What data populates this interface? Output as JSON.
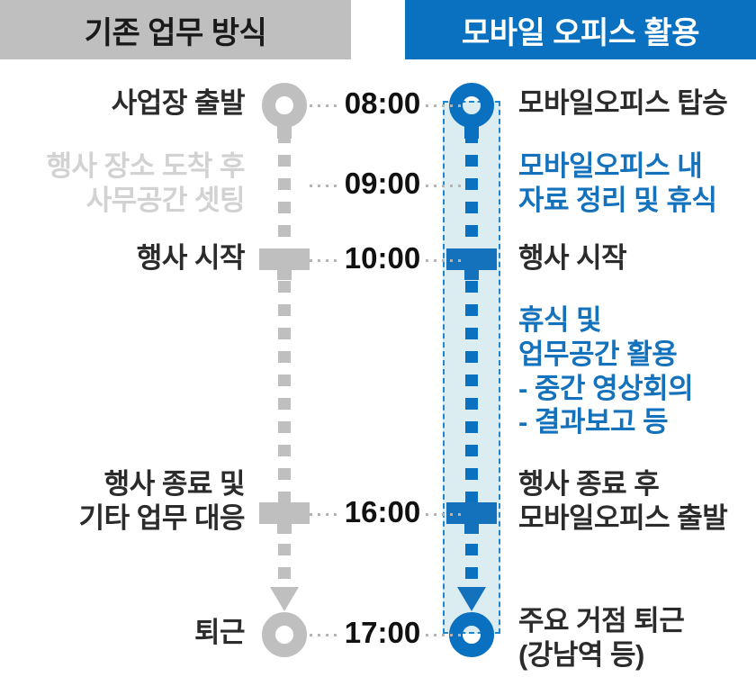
{
  "headers": {
    "left": {
      "label": "기존 업무 방식",
      "bg": "#bfbfbf",
      "fg": "#1a1a1a"
    },
    "right": {
      "label": "모바일 오피스 활용",
      "bg": "#0a70c0",
      "fg": "#ffffff"
    }
  },
  "colors": {
    "gray": "#bfbfbf",
    "blue": "#0a70c0",
    "blue_node": "#1472bd",
    "band_fill": "#dcedf2",
    "band_border": "#1f86d0",
    "text_dark": "#2b2b2b",
    "text_faint": "#d2d2d2"
  },
  "times": [
    {
      "label": "08:00"
    },
    {
      "label": "09:00"
    },
    {
      "label": "10:00"
    },
    {
      "label": "16:00"
    },
    {
      "label": "17:00"
    }
  ],
  "left_track": {
    "entries": [
      {
        "text": "사업장 출발",
        "tone": "dark",
        "time": "08:00",
        "marker": "ring"
      },
      {
        "text": "행사 장소 도착 후\n사무공간 셋팅",
        "tone": "faint",
        "time": "09:00",
        "marker": "none"
      },
      {
        "text": "행사 시작",
        "tone": "dark",
        "time": "10:00",
        "marker": "bar"
      },
      {
        "text": "행사 종료 및\n기타 업무 대응",
        "tone": "dark",
        "time": "16:00",
        "marker": "bar"
      },
      {
        "text": "퇴근",
        "tone": "dark",
        "time": "17:00",
        "marker": "ring-arrow"
      }
    ]
  },
  "right_track": {
    "entries": [
      {
        "text": "모바일오피스 탑승",
        "tone": "dark",
        "time": "08:00",
        "marker": "ring"
      },
      {
        "text": "모바일오피스 내\n자료 정리 및 휴식",
        "tone": "blue",
        "time": "09:00",
        "marker": "none"
      },
      {
        "text": "행사 시작",
        "tone": "dark",
        "time": "10:00",
        "marker": "bar"
      },
      {
        "text": "휴식 및\n업무공간 활용\n - 중간 영상회의\n - 결과보고 등",
        "tone": "blue",
        "time": "",
        "marker": "none"
      },
      {
        "text": "행사 종료 후\n모바일오피스 출발",
        "tone": "dark",
        "time": "16:00",
        "marker": "bar"
      },
      {
        "text": "주요 거점 퇴근\n(강남역 등)",
        "tone": "dark",
        "time": "17:00",
        "marker": "ring-arrow"
      }
    ]
  }
}
